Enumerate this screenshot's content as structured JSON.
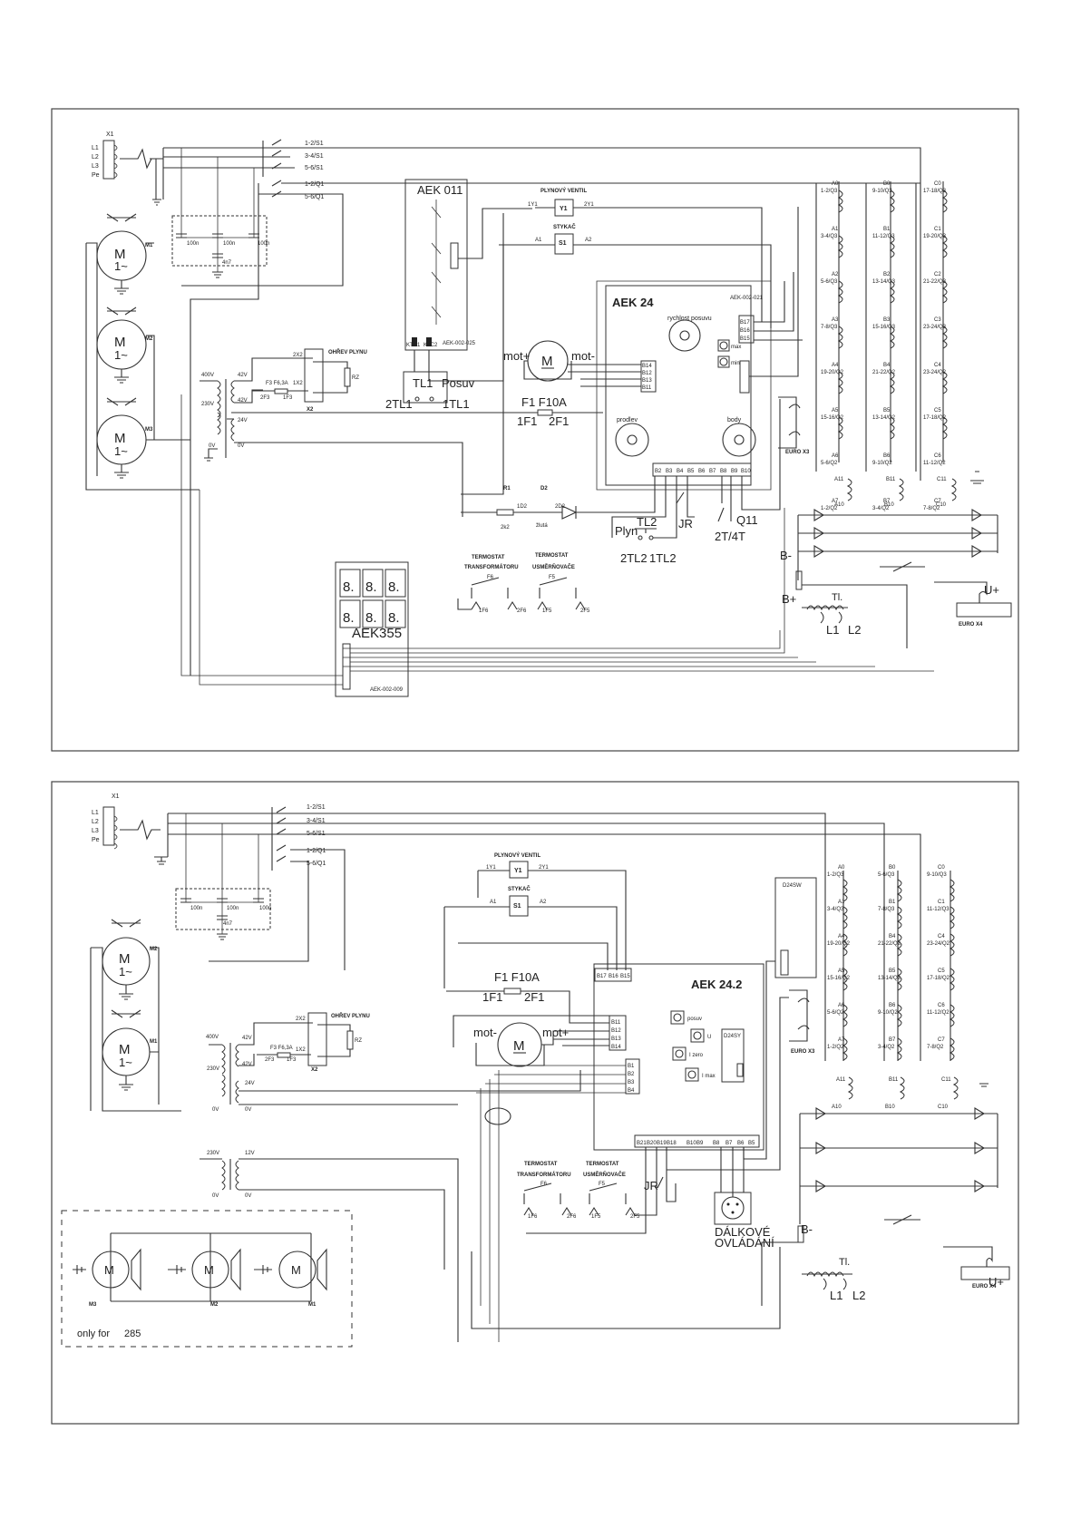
{
  "top": {
    "x1": {
      "title": "X1",
      "pins": [
        "L1",
        "L2",
        "L3",
        "Pe"
      ]
    },
    "switches": [
      "1-2/S1",
      "3-4/S1",
      "5-6/S1",
      "1-2/Q1",
      "5-6/Q1"
    ],
    "caps": [
      "100n",
      "100n",
      "100n",
      "4n7"
    ],
    "motors": [
      {
        "name": "M1",
        "glyph": "M",
        "sub": "1~"
      },
      {
        "name": "M2",
        "glyph": "M",
        "sub": "1~"
      },
      {
        "name": "M3",
        "glyph": "M",
        "sub": "1~"
      }
    ],
    "aek011": {
      "title": "AEK 011",
      "ktc1": "KTC1",
      "ktc2": "KTC2",
      "part": "AEK-002-025"
    },
    "tl1": {
      "label": "TL1",
      "posuv": "Posuv",
      "left": "2TL1",
      "right": "1TL1"
    },
    "valve": {
      "title": "PLYNOVÝ VENTIL",
      "coil": "Y1",
      "a": "1Y1",
      "b": "2Y1"
    },
    "contactor": {
      "title": "STYKAČ",
      "coil": "S1",
      "a": "A1",
      "b": "A2"
    },
    "aek24": {
      "title": "AEK 24",
      "part": "AEK-002-021",
      "speed": "rychlost posuvu",
      "prodlev": "prodlev",
      "body": "body",
      "max": "max",
      "min": "min",
      "right_pins": [
        "B17",
        "B16",
        "B15"
      ],
      "motor_pins": [
        "B14",
        "B12",
        "B13",
        "B11"
      ],
      "bottom_pins": [
        "B2",
        "B3",
        "B4",
        "B5",
        "B6",
        "B7",
        "B8",
        "B9",
        "B10"
      ]
    },
    "motor": {
      "left": "mot+",
      "glyph": "M",
      "right": "mot-"
    },
    "fuse": {
      "label": "F1 F10A",
      "left": "1F1",
      "right": "2F1"
    },
    "heater": {
      "title": "OHŘEV PLYNU",
      "rz": "RZ",
      "x2": "X2",
      "p1": "2X2",
      "p2": "1X2",
      "fuse": "F3 F6,3A",
      "f_left": "2F3",
      "f_right": "1F3"
    },
    "transformer": {
      "v400": "400V",
      "v230": "230V",
      "v0": "0V",
      "v42a": "42V",
      "v42b": "42V",
      "v24": "24V",
      "v0b": "0V"
    },
    "led": {
      "r1": "R1",
      "r1v": "2k2",
      "d2": "D2",
      "n1": "1D2",
      "n2": "2D2",
      "color": "žlutá"
    },
    "tl2": {
      "label": "TL2",
      "plyn": "Plyn",
      "left": "2TL2",
      "right": "1TL2"
    },
    "jr": "JR",
    "q11": {
      "label": "Q11",
      "sub": "2T/4T"
    },
    "euro_x3": "EURO X3",
    "euro_x4": "EURO X4",
    "thermo1": {
      "title1": "TERMOSTAT",
      "title2": "TRANSFORMÁTORU",
      "f": "F6",
      "pin": "1F6",
      "pin2": "2F6"
    },
    "thermo2": {
      "title1": "TERMOSTAT",
      "title2": "USMĚRŇOVAČE",
      "f": "F5",
      "pin": "1F5",
      "pin2": "2F5"
    },
    "aek355": {
      "title": "AEK355",
      "part": "AEK-002-009"
    },
    "bridge": {
      "bminus": "B-",
      "bplus": "B+",
      "uplus": "U+",
      "tl": "Tl.",
      "l1": "L1",
      "l2": "L2"
    },
    "coils_a": [
      {
        "n": "A0",
        "s": "1-2/Q3"
      },
      {
        "n": "A1",
        "s": "3-4/Q3"
      },
      {
        "n": "A2",
        "s": "5-6/Q3"
      },
      {
        "n": "A3",
        "s": "7-8/Q3"
      },
      {
        "n": "A4",
        "s": "19-20/Q2"
      },
      {
        "n": "A5",
        "s": "15-16/Q2"
      },
      {
        "n": "A6",
        "s": "5-6/Q2"
      },
      {
        "n": "A7",
        "s": "1-2/Q2"
      }
    ],
    "coils_b": [
      {
        "n": "B0",
        "s": "9-10/Q3"
      },
      {
        "n": "B1",
        "s": "11-12/Q3"
      },
      {
        "n": "B2",
        "s": "13-14/Q3"
      },
      {
        "n": "B3",
        "s": "15-16/Q3"
      },
      {
        "n": "B4",
        "s": "21-22/Q2"
      },
      {
        "n": "B5",
        "s": "13-14/Q2"
      },
      {
        "n": "B6",
        "s": "9-10/Q2"
      },
      {
        "n": "B7",
        "s": "3-4/Q2"
      }
    ],
    "coils_c": [
      {
        "n": "C0",
        "s": "17-18/Q3"
      },
      {
        "n": "C1",
        "s": "19-20/Q3"
      },
      {
        "n": "C2",
        "s": "21-22/Q3"
      },
      {
        "n": "C3",
        "s": "23-24/Q3"
      },
      {
        "n": "C4",
        "s": "23-24/Q2"
      },
      {
        "n": "C5",
        "s": "17-18/Q2"
      },
      {
        "n": "C6",
        "s": "11-12/Q2"
      },
      {
        "n": "C7",
        "s": "7-8/Q2"
      }
    ],
    "lower_coils": [
      "A11",
      "A10",
      "B11",
      "B10",
      "C11",
      "C10"
    ]
  },
  "bottom": {
    "x1": {
      "title": "X1",
      "pins": [
        "L1",
        "L2",
        "L3",
        "Pe"
      ]
    },
    "switches": [
      "1-2/S1",
      "3-4/S1",
      "5-6/S1",
      "1-2/Q1",
      "5-6/Q1"
    ],
    "caps": [
      "100n",
      "100n",
      "100n",
      "4n7"
    ],
    "motors": [
      {
        "name": "M2",
        "glyph": "M",
        "sub": "1~"
      },
      {
        "name": "M1",
        "glyph": "M",
        "sub": "1~"
      }
    ],
    "valve": {
      "title": "PLYNOVÝ VENTIL",
      "coil": "Y1",
      "a": "1Y1",
      "b": "2Y1"
    },
    "contactor": {
      "title": "STYKAČ",
      "coil": "S1",
      "a": "A1",
      "b": "A2"
    },
    "aek242": {
      "title": "AEK 24.2",
      "top_pins": [
        "B17",
        "B16",
        "B15"
      ],
      "motor_pins": [
        "B11",
        "B12",
        "B13",
        "B14"
      ],
      "b_pins": [
        "B1",
        "B2",
        "B3",
        "B4"
      ],
      "bottom_pins": [
        "B21",
        "B20",
        "B19",
        "B18",
        "B10",
        "B9",
        "B8",
        "B7",
        "B6",
        "B5"
      ],
      "posuv": "posuv",
      "u": "U",
      "izero": "I zero",
      "imax": "I max",
      "d24sy": "D24SY"
    },
    "d24sw": "D24SW",
    "fuse": {
      "label": "F1 F10A",
      "left": "1F1",
      "right": "2F1"
    },
    "motor": {
      "left": "mot-",
      "glyph": "M",
      "right": "mot+"
    },
    "heater": {
      "title": "OHŘEV PLYNU",
      "rz": "RZ",
      "x2": "X2",
      "p1": "2X2",
      "p2": "1X2",
      "fuse": "F3 F6,3A",
      "f_left": "2F3",
      "f_right": "1F3"
    },
    "transformer": {
      "v400": "400V",
      "v230": "230V",
      "v0": "0V",
      "v42a": "42V",
      "v42b": "42V",
      "v24": "24V",
      "v0b": "0V",
      "v230b": "230V",
      "v12": "12V",
      "v0c": "0V",
      "v0d": "0V"
    },
    "thermo1": {
      "title1": "TERMOSTAT",
      "title2": "TRANSFORMÁTORU",
      "f": "F6",
      "pin": "1F6",
      "pin2": "2F6"
    },
    "thermo2": {
      "title1": "TERMOSTAT",
      "title2": "USMĚRŇOVAČE",
      "f": "F5",
      "pin": "1F5",
      "pin2": "2F5"
    },
    "jr": "JR",
    "remote": {
      "l1": "DÁLKOVÉ",
      "l2": "OVLÁDÁNÍ"
    },
    "euro_x3": "EURO X3",
    "euro_x4": "EURO X4",
    "bridge": {
      "bminus": "B-",
      "uplus": "U+",
      "tl": "Tl.",
      "l1": "L1",
      "l2": "L2"
    },
    "coils_a": [
      {
        "n": "A0",
        "s": "1-2/Q3"
      },
      {
        "n": "A1",
        "s": "3-4/Q3"
      },
      {
        "n": "A4",
        "s": "19-20/Q2"
      },
      {
        "n": "A5",
        "s": "15-16/Q2"
      },
      {
        "n": "A6",
        "s": "5-6/Q2"
      },
      {
        "n": "A7",
        "s": "1-2/Q2"
      }
    ],
    "coils_b": [
      {
        "n": "B0",
        "s": "5-6/Q3"
      },
      {
        "n": "B1",
        "s": "7-8/Q3"
      },
      {
        "n": "B4",
        "s": "21-22/Q2"
      },
      {
        "n": "B5",
        "s": "13-14/Q2"
      },
      {
        "n": "B6",
        "s": "9-10/Q2"
      },
      {
        "n": "B7",
        "s": "3-4/Q2"
      }
    ],
    "coils_c": [
      {
        "n": "C0",
        "s": "9-10/Q3"
      },
      {
        "n": "C1",
        "s": "11-12/Q3"
      },
      {
        "n": "C4",
        "s": "23-24/Q2"
      },
      {
        "n": "C5",
        "s": "17-18/Q2"
      },
      {
        "n": "C6",
        "s": "11-12/Q2"
      },
      {
        "n": "C7",
        "s": "7-8/Q2"
      }
    ],
    "lower_coils": [
      "A11",
      "A10",
      "B11",
      "B10",
      "C11",
      "C10"
    ],
    "fans": [
      {
        "name": "M3"
      },
      {
        "name": "M2"
      },
      {
        "name": "M1"
      }
    ],
    "only_for": "only for",
    "only_num": "285"
  }
}
